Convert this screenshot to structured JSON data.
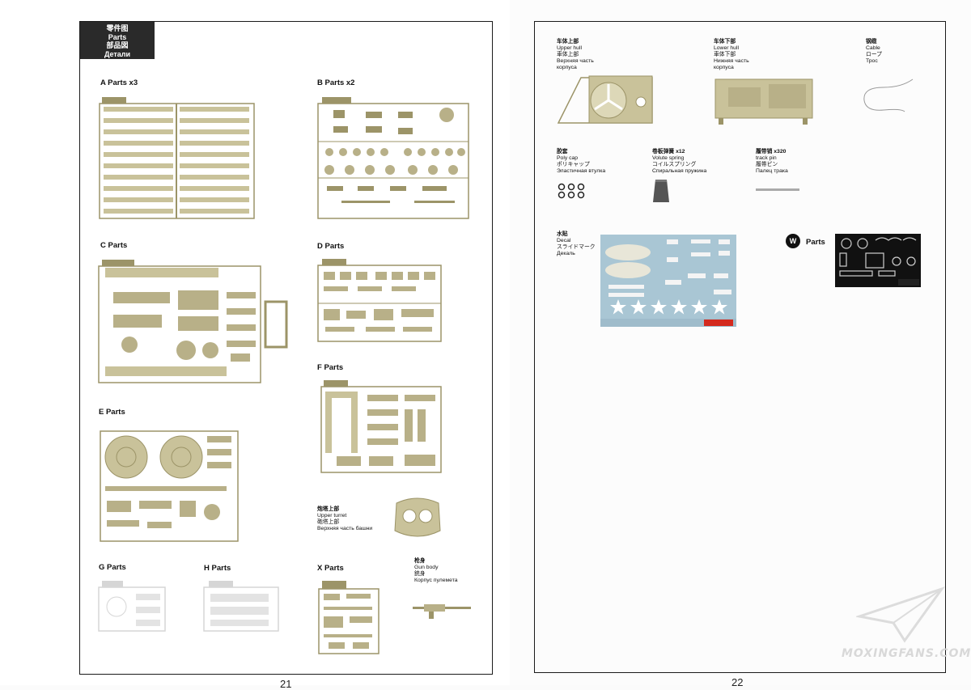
{
  "header": {
    "zh": "零件图",
    "en": "Parts",
    "ja": "部品図",
    "ru": "Детали"
  },
  "sections": {
    "A": "A  Parts  x3",
    "B": "B  Parts  x2",
    "C": "C  Parts",
    "D": "D  Parts",
    "E": "E  Parts",
    "F": "F  Parts",
    "G": "G  Parts",
    "H": "H  Parts",
    "X": "X  Parts",
    "W": "Parts",
    "W_badge": "W"
  },
  "upper_turret": {
    "zh": "炮塔上部",
    "en": "Upper turret",
    "ja": "砲塔上部",
    "ru": "Верхняя часть башни"
  },
  "gun_body": {
    "zh": "枪身",
    "en": "Gun body",
    "ja": "銃身",
    "ru": "Корпус пулемета"
  },
  "upper_hull": {
    "zh": "车体上部",
    "en": "Upper hull",
    "ja": "車体上部",
    "ru1": "Верхняя часть",
    "ru2": "корпуса"
  },
  "lower_hull": {
    "zh": "车体下部",
    "en": "Lower hull",
    "ja": "車体下部",
    "ru1": "Нижняя часть",
    "ru2": "корпуса"
  },
  "cable": {
    "zh": "钢缆",
    "en": "Cable",
    "ja": "ロープ",
    "ru": "Трос"
  },
  "poly_cap": {
    "zh": "胶套",
    "en": "Poly cap",
    "ja": "ポリキャップ",
    "ru": "Эластичная втулка"
  },
  "volute_spring": {
    "zh": "卷板弹簧  x12",
    "en": "Volute spring",
    "ja": "コイルスプリング",
    "ru": "Спиральная пружина"
  },
  "track_pin": {
    "zh": "履带销  x320",
    "en": "track pin",
    "ja": "履帯ピン",
    "ru": "Палец трака"
  },
  "decal": {
    "zh": "水贴",
    "en": "Decal",
    "ja": "スライドマーク",
    "ru": "Декаль"
  },
  "pages": {
    "left": "21",
    "right": "22"
  },
  "watermark": "MOXINGFANS.COM",
  "colors": {
    "sprue": "#c9c29a",
    "sprue_dark": "#9c9468",
    "clear": "#d6d6d6",
    "decal_bg": "#a9c6d4",
    "brand_red": "#d42a1e"
  }
}
